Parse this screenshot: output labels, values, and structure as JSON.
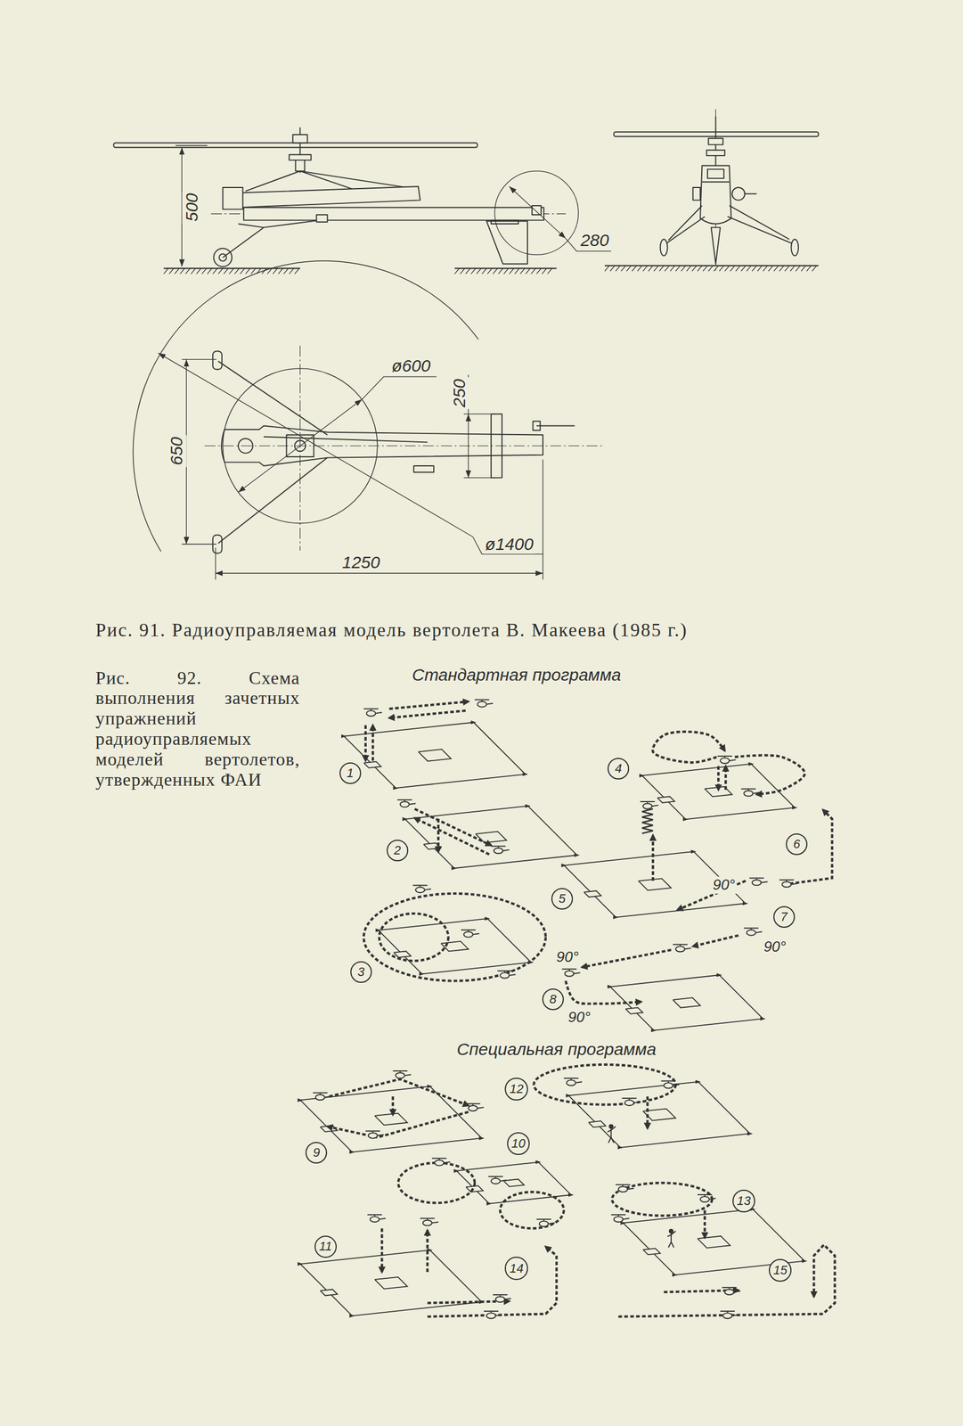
{
  "diagram": {
    "nodes": [
      {
        "text": [
          "1"
        ]
      },
      {
        "text": [
          "2"
        ]
      },
      {
        "text": [
          "3"
        ]
      },
      {
        "text": [
          "4"
        ]
      },
      {
        "text": [
          "5"
        ]
      },
      {
        "text": [
          "6"
        ]
      },
      {
        "text": [
          "7"
        ]
      },
      {
        "text": [
          "8"
        ]
      },
      {
        "text": [
          "9"
        ]
      },
      {
        "text": [
          "10"
        ]
      },
      {
        "text": [
          "11"
        ]
      },
      {
        "text": [
          "12"
        ]
      },
      {
        "text": [
          "13"
        ]
      },
      {
        "text": [
          "14"
        ]
      },
      {
        "text": [
          "15"
        ]
      }
    ],
    "labels": [
      "500",
      "280",
      "ø600",
      "250",
      "650",
      "ø1400",
      "1250",
      "Рис. 91. Радиоуправляемая модель вертолета В. Макеева (1985 г.)",
      "Рис. 92. Схема выполнения зачетных упражнений радиоуправляемых моделей вертолетов, утвержденных ФАИ",
      "Стандартная программа",
      "90°",
      "90°",
      "90°",
      "90°",
      "Специальная программа"
    ]
  }
}
